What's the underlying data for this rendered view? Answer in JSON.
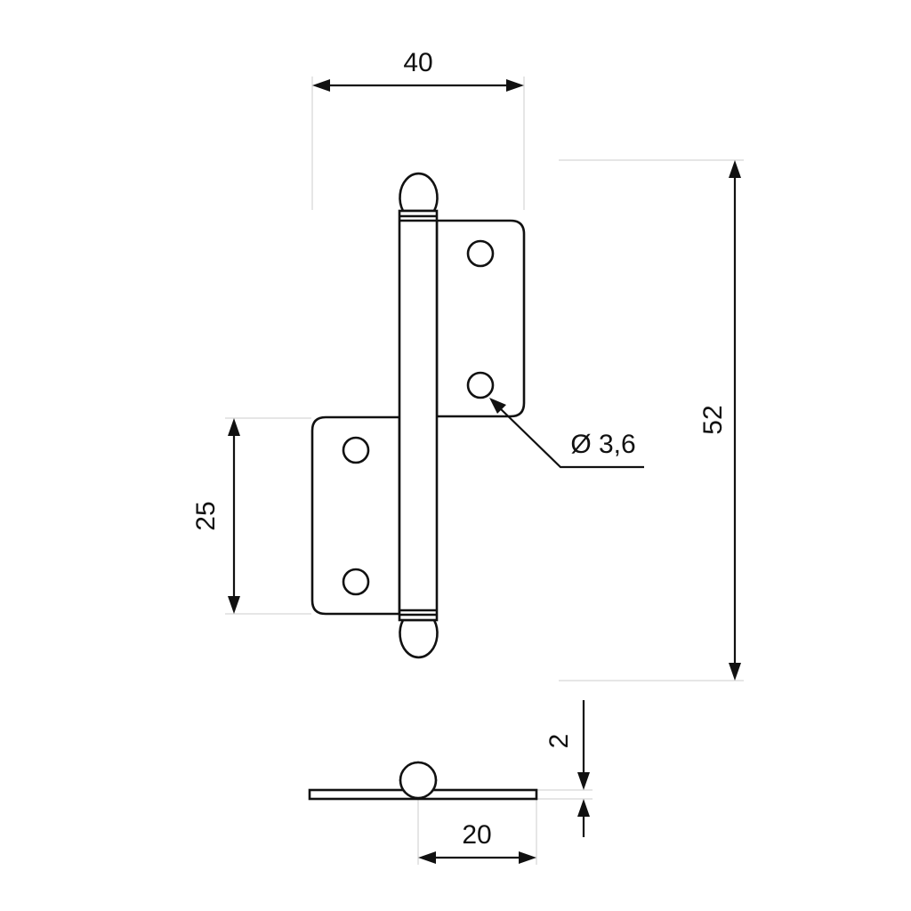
{
  "dimensions": {
    "width": "40",
    "height": "52",
    "leaf_height": "25",
    "hole_diameter": "Ø 3,6",
    "thickness": "2",
    "leaf_depth": "20"
  }
}
